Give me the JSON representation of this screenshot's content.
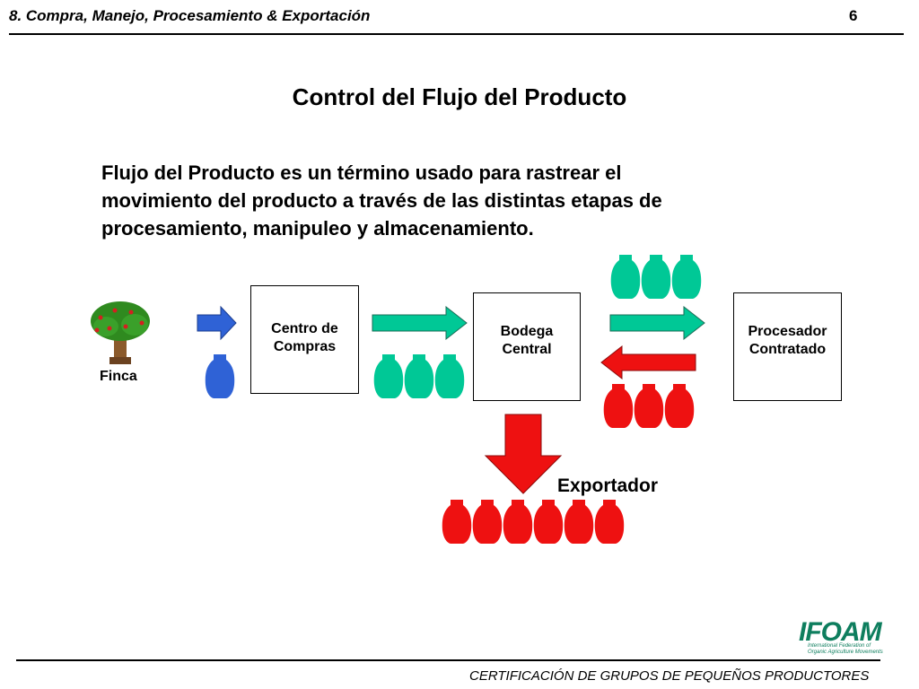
{
  "header": {
    "title": "8. Compra, Manejo, Procesamiento & Exportación",
    "page_number": "6"
  },
  "slide": {
    "title": "Control del Flujo del Producto",
    "intro_lines": [
      "Flujo del Producto es un término usado para rastrear el",
      "movimiento del producto a través de las distintas etapas de",
      "procesamiento, manipuleo y almacenamiento."
    ]
  },
  "nodes": {
    "farm": "Finca",
    "purchase_center": [
      "Centro de",
      "Compras"
    ],
    "central_warehouse": [
      "Bodega",
      "Central"
    ],
    "contract_processor": [
      "Procesador",
      "Contratado"
    ],
    "exporter": "Exportador"
  },
  "colors": {
    "farm_product": "#2f62d6",
    "processed_product": "#00c896",
    "export_product": "#ee1111",
    "arrow_blue": "#2f62d6",
    "arrow_green": "#00c896",
    "arrow_red": "#ee1111"
  },
  "footer": {
    "text": "CERTIFICACIÓN DE GRUPOS DE PEQUEÑOS PRODUCTORES",
    "logo_text": "IFOAM",
    "logo_subtitle": [
      "International Federation of",
      "Organic Agriculture Movements"
    ]
  }
}
